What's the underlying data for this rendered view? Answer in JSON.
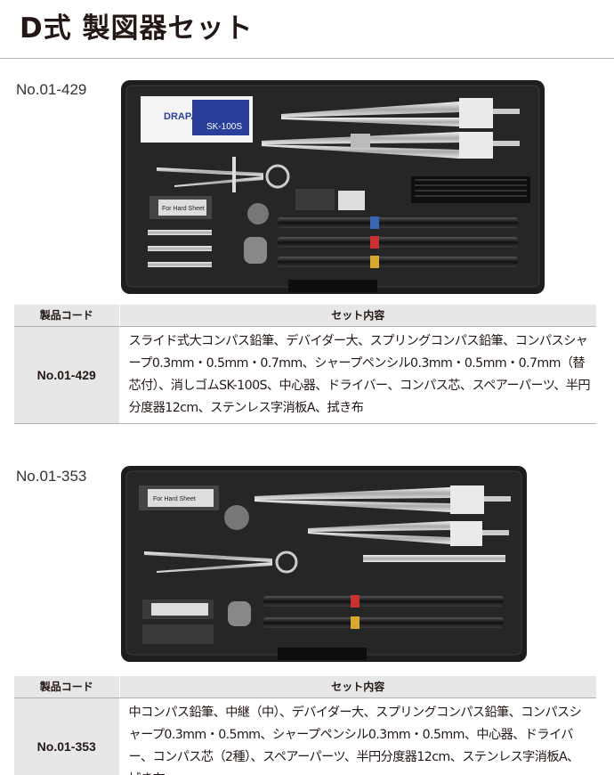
{
  "page": {
    "title": "D式 製図器セット"
  },
  "sets": [
    {
      "model": "No.01-429",
      "table": {
        "header_code": "製品コード",
        "header_contents": "セット内容",
        "code": "No.01-429",
        "contents": "スライド式大コンパス鉛筆、デバイダー大、スプリングコンパス鉛筆、コンパスシャープ0.3mm・0.5mm・0.7mm、シャープペンシル0.3mm・0.5mm・0.7mm（替芯付）、消しゴムSK-100S、中心器、ドライバー、コンパス芯、スペアーパーツ、半円分度器12cm、ステンレス字消板A、拭き布"
      },
      "photo_labels": {
        "eraser_brand": "DRAPAS",
        "eraser_model": "SK-100S",
        "lead_case": "For Hard Sheet"
      }
    },
    {
      "model": "No.01-353",
      "table": {
        "header_code": "製品コード",
        "header_contents": "セット内容",
        "code": "No.01-353",
        "contents": "中コンパス鉛筆、中継（中）、デバイダー大、スプリングコンパス鉛筆、コンパスシャープ0.3mm・0.5mm、シャープペンシル0.3mm・0.5mm、中心器、ドライバー、コンパス芯（2種）、スペアーパーツ、半円分度器12cm、ステンレス字消板A、拭き布"
      },
      "photo_labels": {
        "lead_case": "For Hard Sheet"
      }
    }
  ]
}
